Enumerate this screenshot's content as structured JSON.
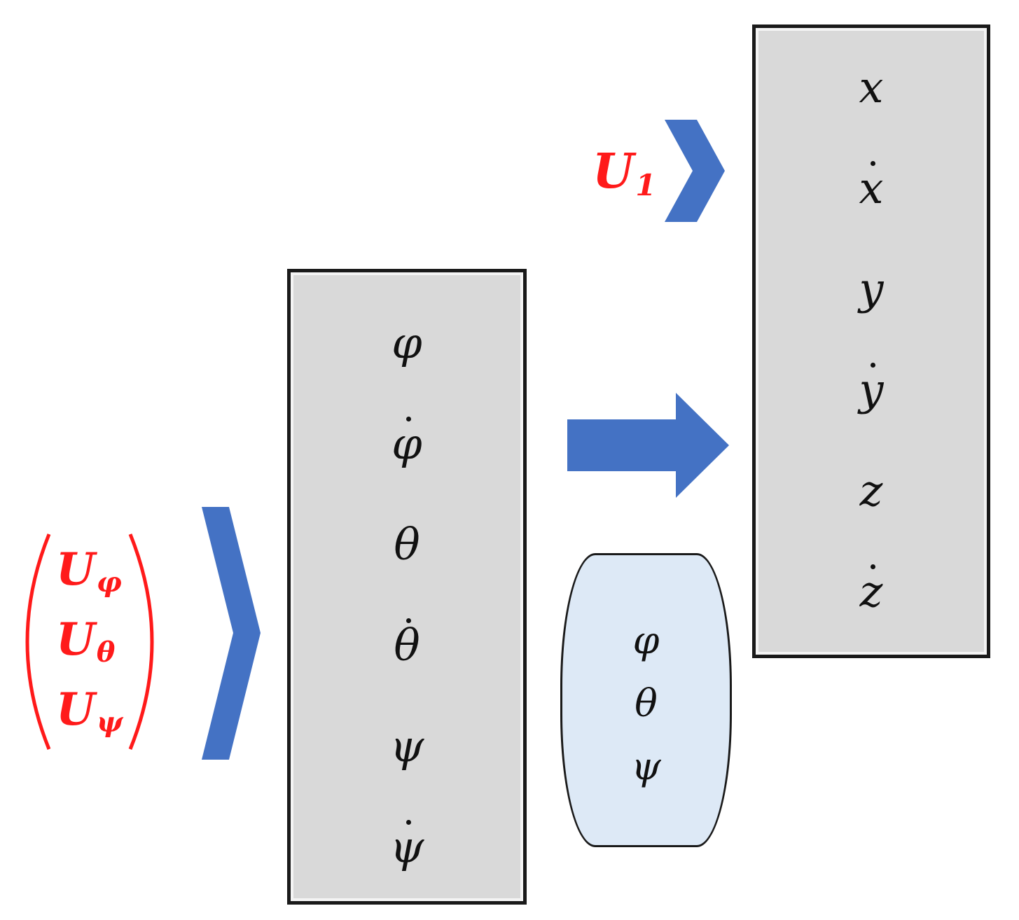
{
  "inputs": {
    "thrust": {
      "symbol": "U",
      "subscript": "1"
    },
    "attitude": [
      {
        "symbol": "U",
        "subscript": "φ"
      },
      {
        "symbol": "U",
        "subscript": "θ"
      },
      {
        "symbol": "U",
        "subscript": "ψ"
      }
    ]
  },
  "attitude_states": [
    "φ",
    "φ",
    "θ",
    "θ",
    "ψ",
    "ψ"
  ],
  "position_states": [
    "x",
    "x",
    "y",
    "y",
    "z",
    "z"
  ],
  "angles_vector": [
    "φ",
    "θ",
    "ψ"
  ],
  "colors": {
    "input_label": "#ff1a1a",
    "arrow": "#4472c4",
    "box_fill": "#d9d9d9",
    "pod_fill": "#dde9f6"
  }
}
